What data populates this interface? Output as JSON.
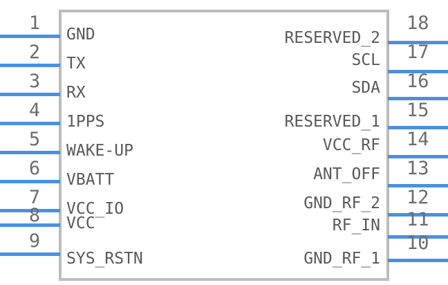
{
  "symbol": {
    "body": {
      "border_color": "#bcbcbc",
      "fill_color": "#ffffff"
    },
    "wire_color": "#4a90e2",
    "pin_number_color": "#6b6c6e",
    "pin_name_color": "#58595b",
    "left_pins": [
      {
        "number": "1",
        "name": "GND"
      },
      {
        "number": "2",
        "name": "TX"
      },
      {
        "number": "3",
        "name": "RX"
      },
      {
        "number": "4",
        "name": "1PPS"
      },
      {
        "number": "5",
        "name": "WAKE-UP"
      },
      {
        "number": "6",
        "name": "VBATT"
      },
      {
        "number": "7",
        "name": "VCC_IO"
      },
      {
        "number": "8",
        "name": "VCC"
      },
      {
        "number": "9",
        "name": "SYS_RSTN"
      }
    ],
    "right_pins": [
      {
        "number": "18",
        "name": "RESERVED_2"
      },
      {
        "number": "17",
        "name": "SCL"
      },
      {
        "number": "16",
        "name": "SDA"
      },
      {
        "number": "15",
        "name": "RESERVED_1"
      },
      {
        "number": "14",
        "name": "VCC_RF"
      },
      {
        "number": "13",
        "name": "ANT_OFF"
      },
      {
        "number": "12",
        "name": "GND_RF_2"
      },
      {
        "number": "11",
        "name": "RF_IN"
      },
      {
        "number": "10",
        "name": "GND_RF_1"
      }
    ]
  }
}
